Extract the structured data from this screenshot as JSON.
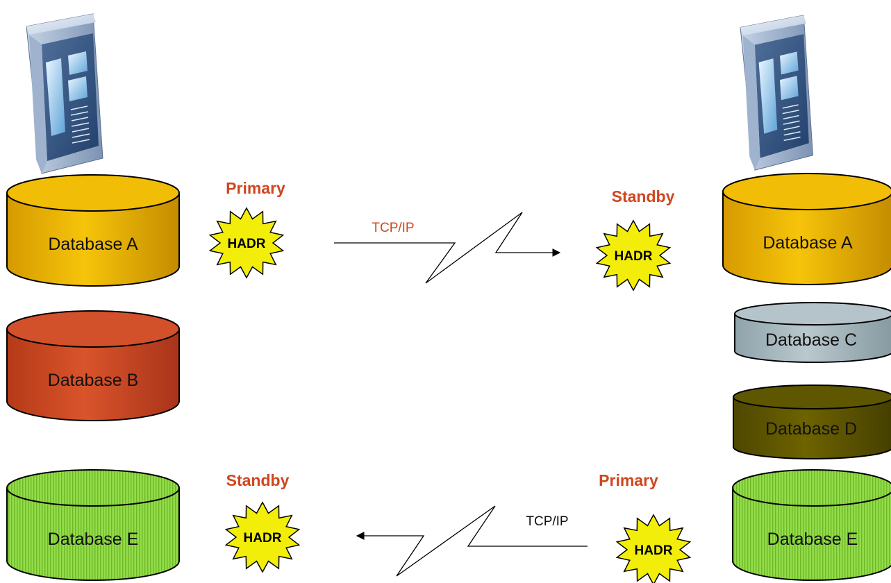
{
  "colors": {
    "primary_text": "#d0461e",
    "standby_text": "#d0461e",
    "hadr_fill": "#f2ee0a",
    "db_a_fill": "#efb900",
    "db_b_fill": "#cf4a24",
    "db_c_fill": "#a4b6bc",
    "db_d_fill": "#5e5500",
    "db_e_fill": "#8fd84a",
    "tcp_top_text": "#d0461e",
    "tcp_bottom_text": "#111111"
  },
  "left_server": {
    "icon": "server-icon",
    "databases": {
      "a": "Database A",
      "b": "Database B",
      "e": "Database E"
    }
  },
  "right_server": {
    "icon": "server-icon",
    "databases": {
      "a": "Database A",
      "c": "Database C",
      "d": "Database D",
      "e": "Database E"
    }
  },
  "top_link": {
    "left_role": "Primary",
    "right_role": "Standby",
    "left_badge": "HADR",
    "right_badge": "HADR",
    "protocol": "TCP/IP"
  },
  "bottom_link": {
    "left_role": "Standby",
    "right_role": "Primary",
    "left_badge": "HADR",
    "right_badge": "HADR",
    "protocol": "TCP/IP"
  }
}
